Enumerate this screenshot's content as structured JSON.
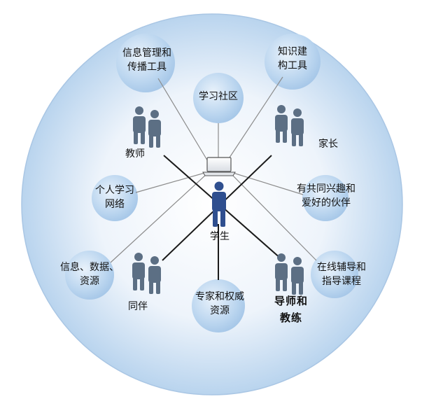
{
  "center": {
    "label": "学生"
  },
  "tools": {
    "info_management": "信息管理和\n传播工具",
    "knowledge_construction": "知识建\n构工具"
  },
  "bubbles": {
    "learning_community": "学习社区",
    "personal_network": "个人学习\n网络",
    "info_resources": "信息、数据、\n资源",
    "expert_resources": "专家和权威\n资源",
    "shared_interest_peers": "有共同兴趣和\n爱好的伙伴",
    "online_tutoring": "在线辅导和\n指导课程"
  },
  "groups": {
    "teachers": "教师",
    "parents": "家长",
    "peers": "同伴",
    "mentors": "导师和\n教练"
  },
  "colors": {
    "outer_circle": "#c7dcf0",
    "bubble": "#b7d3ee",
    "person": "#5c6f84",
    "student": "#2f4f8f",
    "line_dark": "#1a1a1a",
    "line_gray": "#7a7a7a"
  }
}
